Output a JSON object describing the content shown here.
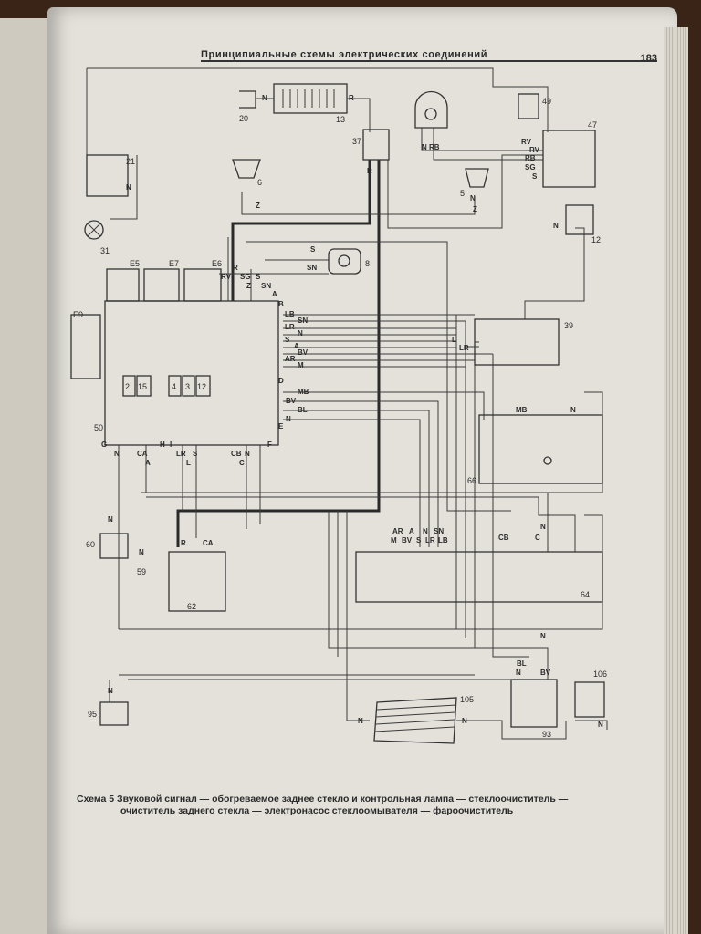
{
  "header": {
    "title": "Принципиальные схемы электрических соединений",
    "page_number": "183"
  },
  "components": {
    "c20": "20",
    "c13": "13",
    "c37": "37",
    "c49": "49",
    "c47": "47",
    "c21": "21",
    "c6": "6",
    "c5": "5",
    "c31": "31",
    "c12": "12",
    "c8": "8",
    "e5": "E5",
    "e7": "E7",
    "e6": "E6",
    "e9": "E9",
    "c39": "39",
    "c50": "50",
    "c66": "66",
    "c60": "60",
    "c59": "59",
    "c62": "62",
    "c64": "64",
    "c95": "95",
    "c105": "105",
    "c93": "93",
    "c106": "106"
  },
  "fuses": [
    "2",
    "15",
    "4",
    "3",
    "12"
  ],
  "connectors": [
    "A",
    "B",
    "C",
    "D",
    "E",
    "F",
    "G",
    "H",
    "I"
  ],
  "wires": {
    "harness_right": [
      "LB",
      "SN",
      "LR",
      "N",
      "S",
      "A",
      "BV",
      "AR",
      "M"
    ],
    "harness_right2": [
      "MB",
      "BV",
      "BL",
      "N"
    ],
    "top_block": [
      "RV",
      "SG",
      "S",
      "Z",
      "SN",
      "R"
    ],
    "bottom_block": [
      "N",
      "CA",
      "A",
      "LR",
      "S",
      "L",
      "CB",
      "N",
      "C"
    ],
    "c47": [
      "RV",
      "RV",
      "RB",
      "SG",
      "S"
    ],
    "c64_top": [
      "AR",
      "A",
      "N",
      "SN",
      "M",
      "BV",
      "S",
      "LR",
      "LB"
    ],
    "c64_right": [
      "CB",
      "C",
      "N"
    ],
    "c39": [
      "L",
      "LR"
    ],
    "c66": [
      "MB",
      "N"
    ],
    "c93": [
      "BL",
      "N",
      "BV"
    ],
    "misc": [
      "N",
      "N",
      "R",
      "R",
      "N",
      "RB",
      "N",
      "Z",
      "N",
      "Z",
      "N",
      "S",
      "SN",
      "N",
      "N",
      "R",
      "CA",
      "N",
      "N",
      "N",
      "N",
      "N"
    ]
  },
  "caption": {
    "line1": "Схема 5 Звуковой сигнал — обогреваемое заднее стекло и контрольная лампа — стеклоочиститель —",
    "line2": "очиститель заднего стекла — электронасос стеклоомывателя — фароочиститель"
  }
}
